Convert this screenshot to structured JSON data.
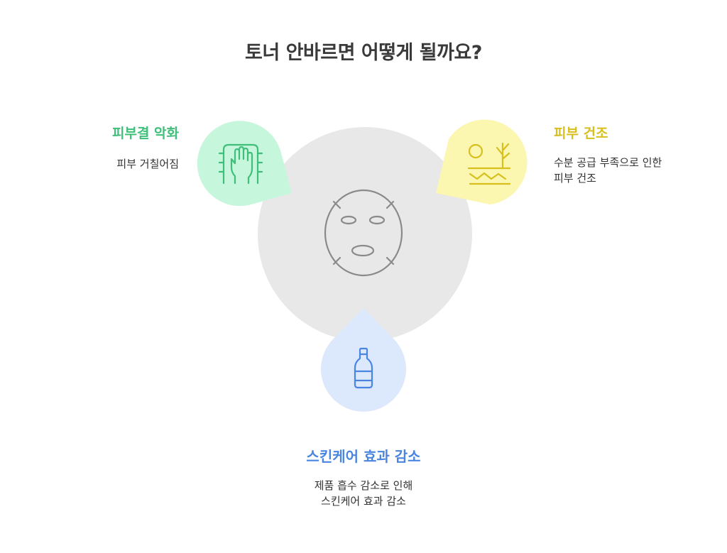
{
  "title": "토너 안바르면 어떻게 될까요?",
  "colors": {
    "center_circle": "#e8e8e8",
    "green": "#3fbf7a",
    "green_bg": "#c6f6dc",
    "yellow": "#d7bf1e",
    "yellow_bg": "#fbf6b0",
    "blue": "#4a86e0",
    "blue_bg": "#dce8fc",
    "icon_gray": "#8a8a8a"
  },
  "center": {
    "icon": "face-mask-icon"
  },
  "nodes": {
    "left": {
      "title": "피부결 악화",
      "description": "피부 거칠어짐",
      "icon": "hand-on-skin-icon"
    },
    "right": {
      "title": "피부 건조",
      "description_lines": [
        "수분 공급 부족으로 인한",
        "피부 건조"
      ],
      "icon": "dry-cracked-land-icon"
    },
    "bottom": {
      "title": "스킨케어 효과 감소",
      "description_lines": [
        "제품 흡수 감소로 인해",
        "스킨케어 효과 감소"
      ],
      "icon": "toner-bottle-icon"
    }
  }
}
